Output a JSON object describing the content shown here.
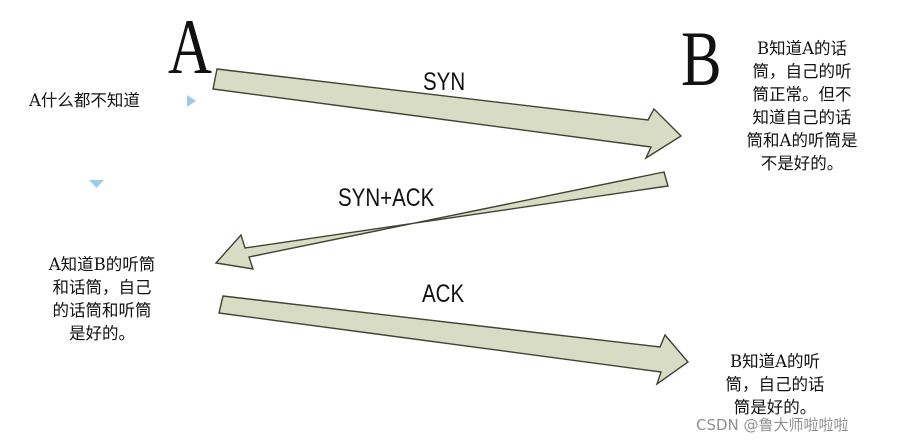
{
  "diagram": {
    "nodes": {
      "a_letter": "A",
      "b_letter": "B"
    },
    "arrows": {
      "syn": "SYN",
      "syn_ack": "SYN+ACK",
      "ack": "ACK"
    },
    "notes": {
      "a_initial": "A什么都不知道",
      "b_after_syn": [
        "B知道A的话",
        "筒，自己的听",
        "筒正常。但不",
        "知道自己的话",
        "筒和A的听筒是",
        "不是好的。"
      ],
      "a_after_synack": [
        "A知道B的听筒",
        "和话筒，自己",
        "的话筒和听筒",
        "是好的。"
      ],
      "b_after_ack": [
        "B知道A的听",
        "筒，自己的话",
        "筒是好的。"
      ]
    },
    "colors": {
      "arrow_fill": "#d8dcc4",
      "arrow_stroke": "#3f4333",
      "marker": "#9ecae6"
    }
  },
  "watermark": "CSDN @鲁大师啦啦啦"
}
